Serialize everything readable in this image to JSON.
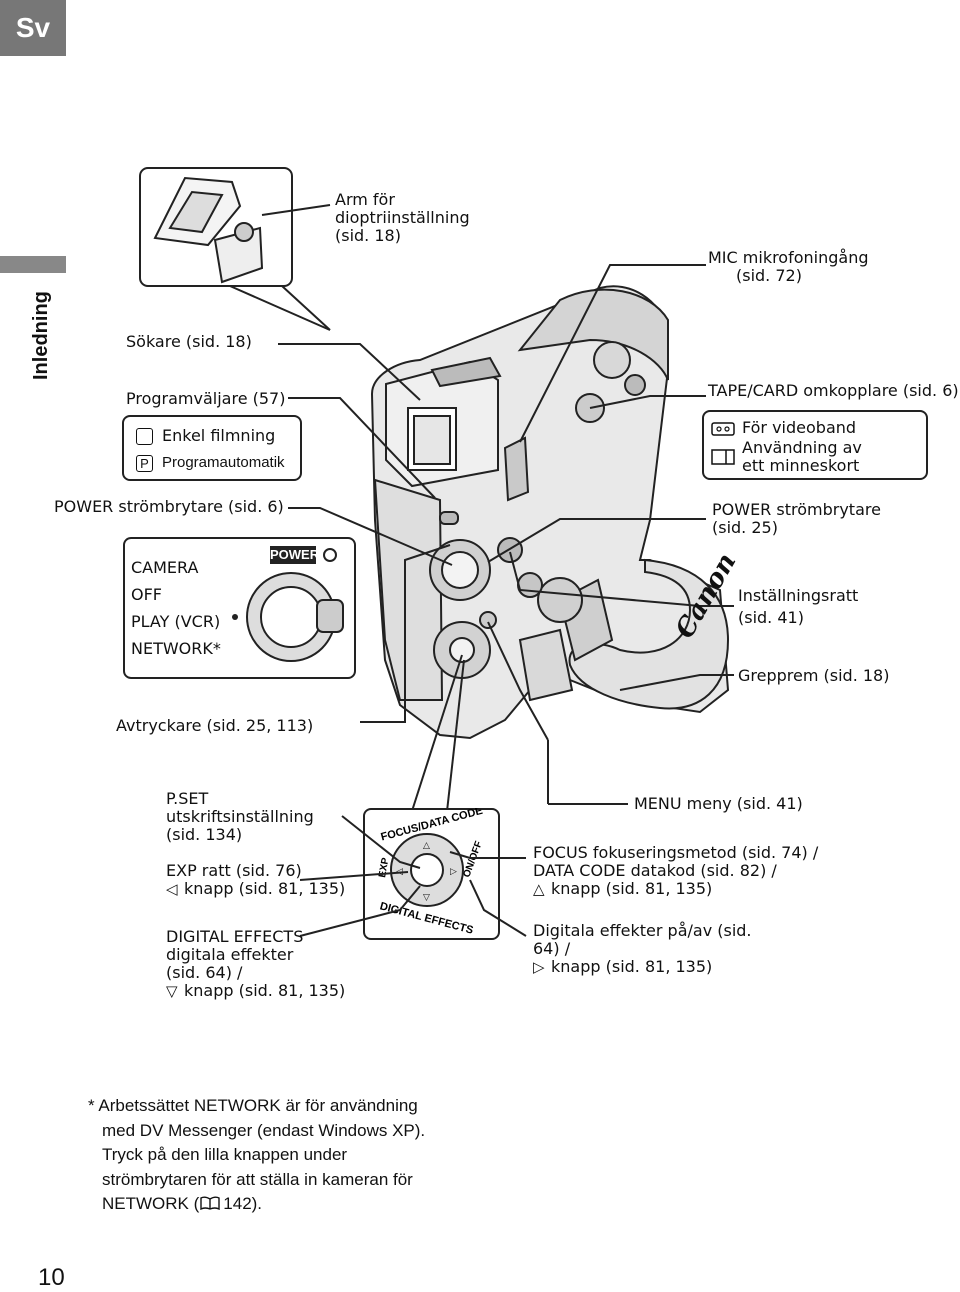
{
  "language_tab": "Sv",
  "section_label": "Inledning",
  "page_number": "10",
  "camera_brand": "Canon",
  "callouts": {
    "arm_l1": "Arm för",
    "arm_l2": "dioptriinställning",
    "arm_l3": "(sid. 18)",
    "mic_l1": "MIC mikrofoningång",
    "mic_l2": "(sid. 72)",
    "viewfinder": "Sökare (sid. 18)",
    "program_selector": "Programväljare (57)",
    "easy": "Enkel filmning",
    "program_ae": "Programautomatik",
    "tape_card": "TAPE/CARD omkopplare (sid. 6)",
    "tape": "För videoband",
    "card_l1": "Användning av",
    "card_l2": "ett minneskort",
    "power_left": "POWER strömbrytare (sid. 6)",
    "power_right_l1": "POWER strömbrytare",
    "power_right_l2": "(sid. 25)",
    "mode_camera": "CAMERA",
    "mode_off": "OFF",
    "mode_play": "PLAY (VCR)",
    "mode_network": "NETWORK*",
    "power_badge": "POWER",
    "setting_dial_l1": "Inställningsratt",
    "setting_dial_l2": "(sid. 41)",
    "grip_belt": "Grepprem (sid. 18)",
    "shutter": "Avtryckare (sid. 25, 113)",
    "pset_l1": "P.SET",
    "pset_l2": "utskriftsinställning",
    "pset_l3": "(sid. 134)",
    "menu": "MENU meny (sid. 41)",
    "exp_l1": "EXP ratt (sid. 76)",
    "exp_l2": "knapp (sid. 81, 135)",
    "focus_l1": "FOCUS fokuseringsmetod (sid. 74) /",
    "focus_l2": "DATA CODE datakod (sid. 82) /",
    "focus_l3": "knapp (sid. 81, 135)",
    "de_l1": "DIGITAL EFFECTS",
    "de_l2": "digitala effekter",
    "de_l3": "(sid. 64) /",
    "de_l4": "knapp (sid. 81, 135)",
    "deon_l1": "Digitala effekter på/av (sid.",
    "deon_l2": "64) /",
    "deon_l3": "knapp (sid. 81, 135)",
    "dial_focus": "FOCUS/DATA CODE",
    "dial_de": "DIGITAL EFFECTS",
    "dial_onoff": "ON/OFF",
    "dial_exp": "EXP"
  },
  "footnote": {
    "l1": "* Arbetssättet NETWORK är för användning",
    "l2": "med DV Messenger (endast Windows XP).",
    "l3": "Tryck på den lilla knappen under",
    "l4": "strömbrytaren för att ställa in kameran för",
    "l5": "NETWORK (",
    "l5_ref": "142)."
  },
  "icons": {
    "left_arrow": "◁",
    "up_arrow": "△",
    "down_arrow": "▽",
    "right_arrow": "▷"
  }
}
